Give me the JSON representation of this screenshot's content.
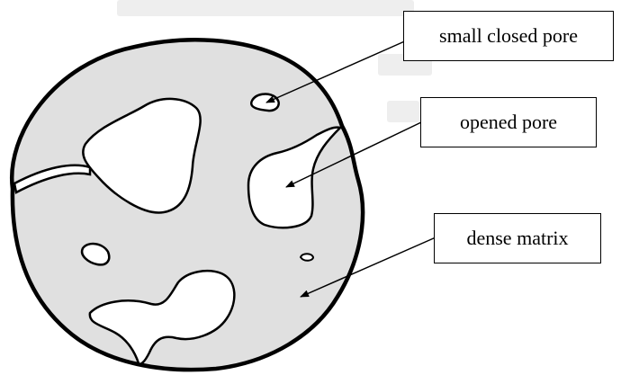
{
  "diagram": {
    "labels": {
      "small_closed_pore": "small closed pore",
      "opened_pore": "opened pore",
      "dense_matrix": "dense matrix"
    },
    "colors": {
      "particle_fill": "#e0e0e0",
      "pore_fill": "#ffffff",
      "outline": "#000000",
      "watermark": "#eeeeee"
    }
  }
}
